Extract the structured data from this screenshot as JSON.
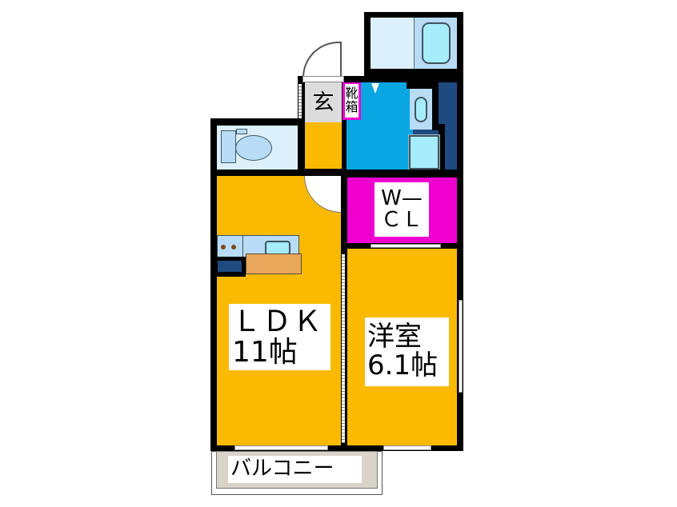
{
  "floorplan": {
    "rooms": {
      "ldk": {
        "name": "ＬＤＫ",
        "size": "11帖"
      },
      "western_room": {
        "name": "洋室",
        "size": "6.1帖"
      },
      "walk_in_closet": {
        "line1": "W—",
        "line2": "ＣＬ"
      },
      "entrance": {
        "name": "玄"
      },
      "shoe_box": {
        "line1": "靴",
        "line2": "箱"
      },
      "balcony": {
        "name": "バルコニー"
      }
    },
    "fixtures": [
      "toilet",
      "bathtub",
      "washbasin",
      "washing-machine-pan",
      "kitchen-sink",
      "stove",
      "refrigerator-space"
    ],
    "colors": {
      "living_area": "#FBBA00",
      "wet_area": "#08A6E2",
      "closet": "#F000D0",
      "fixture_light": "#DCF0FB",
      "fixture_mid": "#B8DCF6",
      "fixture_cyan": "#A6ECFA",
      "dark_navy": "#1E4A80",
      "counter": "#E9A85A",
      "entrance_floor": "#DCDCDC",
      "balcony_floor": "#D9D3CA",
      "wall": "#000000"
    }
  }
}
